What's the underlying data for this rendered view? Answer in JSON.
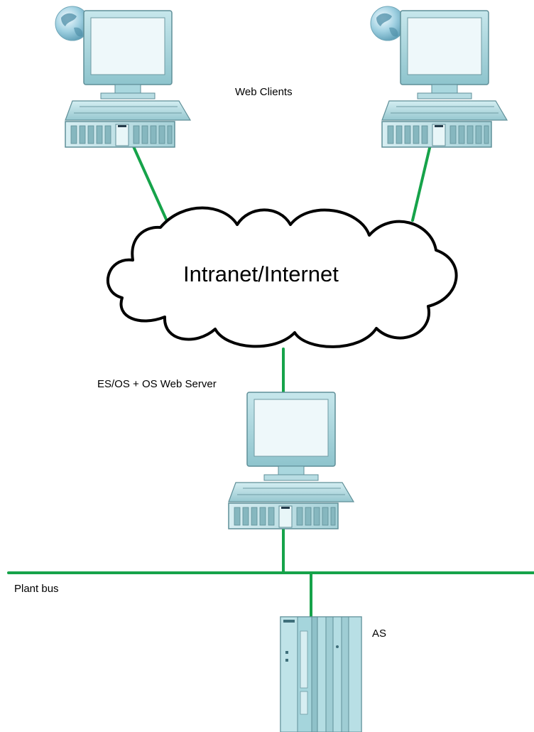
{
  "labels": {
    "web_clients": "Web Clients",
    "cloud": "Intranet/Internet",
    "server": "ES/OS + OS Web Server",
    "plant_bus": "Plant bus",
    "as": "AS"
  },
  "colors": {
    "network_line": "#16a34a",
    "device_fill": "#a9d7de",
    "device_stroke": "#5f8f98",
    "screen": "#eef8fa",
    "globe": "#8dc3d6"
  },
  "icons": {
    "client_left": "computer-with-globe-icon",
    "client_right": "computer-with-globe-icon",
    "server": "computer-icon",
    "controller": "plc-rack-icon",
    "network": "cloud-icon"
  }
}
